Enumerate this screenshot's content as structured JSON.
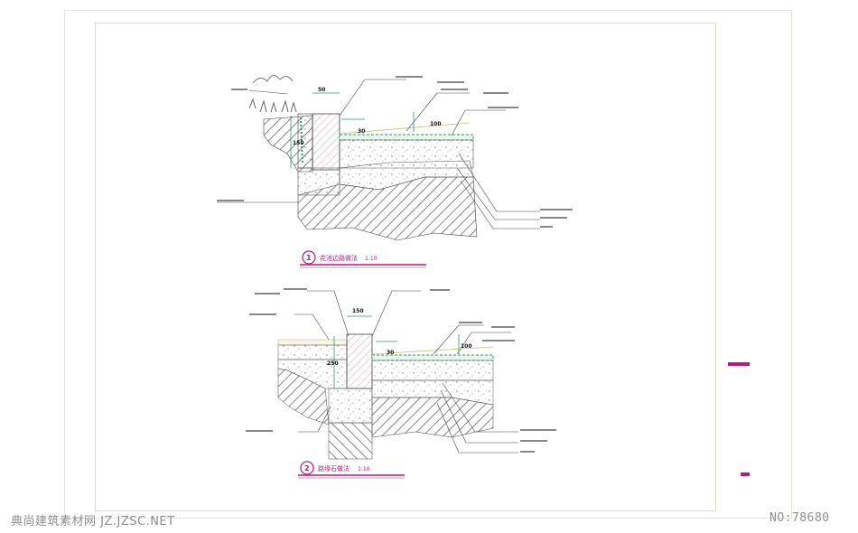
{
  "drawing": {
    "detail_1": {
      "number": "1",
      "title": "花池边路做法",
      "scale": "1:10"
    },
    "detail_2": {
      "number": "2",
      "title": "路缘石做法",
      "scale": "1:10"
    },
    "dimensions": {
      "d1_top": "50",
      "d1_left_h": "150",
      "d1_step": "30",
      "d1_right_h": "100",
      "d2_top": "150",
      "d2_left_h": "250",
      "d2_step": "30",
      "d2_right_h": "100"
    }
  },
  "watermark": {
    "site": "典尚建筑素材网 JZ.JZSC.NET",
    "number": "NO:78680"
  },
  "colors": {
    "frame": "#e6e6d4",
    "magenta": "#b21f7a",
    "green": "#2a9d6f",
    "hatch": "#555555"
  }
}
